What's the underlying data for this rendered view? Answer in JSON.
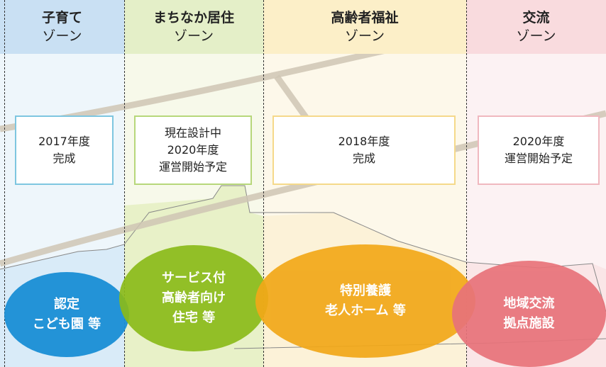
{
  "zones": [
    {
      "line1": "子育て",
      "line2": "ゾーン",
      "header_color": "#c8dff3",
      "body_color": "#e8f3fb",
      "border_color": "#7ec6e0",
      "status": [
        "2017年度",
        "完成"
      ],
      "facility": [
        "認定",
        "こども園 等"
      ],
      "facility_color": "#1a8fd6"
    },
    {
      "line1": "まちなか居住",
      "line2": "ゾーン",
      "header_color": "#e3efc6",
      "body_color": "#f4f8e6",
      "border_color": "#b7d77a",
      "status": [
        "現在設計中",
        "2020年度",
        "運営開始予定"
      ],
      "facility": [
        "サービス付",
        "高齢者向け",
        "住宅 等"
      ],
      "facility_color": "#8bbb1a"
    },
    {
      "line1": "高齢者福祉",
      "line2": "ゾーン",
      "header_color": "#fcefc6",
      "body_color": "#fdf7e6",
      "border_color": "#f5d98a",
      "status": [
        "2018年度",
        "完成"
      ],
      "facility": [
        "特別養護",
        "老人ホーム 等"
      ],
      "facility_color": "#f2a818"
    },
    {
      "line1": "交流",
      "line2": "ゾーン",
      "header_color": "#f9dadd",
      "body_color": "#fcf1f2",
      "border_color": "#f0b8bf",
      "status": [
        "2020年度",
        "運営開始予定"
      ],
      "facility": [
        "地域交流",
        "拠点施設"
      ],
      "facility_color": "#e8737a"
    }
  ]
}
